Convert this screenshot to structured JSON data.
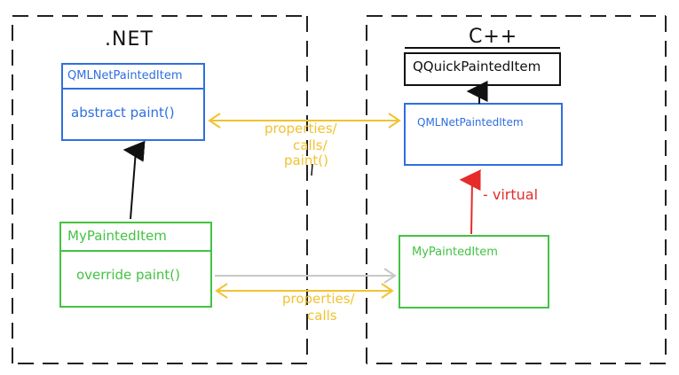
{
  "colors": {
    "dotnet_class": "#2f6fe0",
    "cpp_class": "#2f6fe0",
    "derived_class": "#44c244",
    "interop": "#f2c230",
    "virtual": "#e62b2b",
    "inherit": "#111111",
    "call_arrow": "#c8c8c8"
  },
  "dotnet": {
    "title": ".NET",
    "base_class": {
      "name": "QMLNetPaintedItem",
      "method": "abstract paint()"
    },
    "derived_class": {
      "name": "MyPaintedItem",
      "method": "override paint()"
    }
  },
  "cpp": {
    "title": "C++",
    "qt_class": {
      "name": "QQuickPaintedItem"
    },
    "base_class": {
      "name": "QMLNetPaintedItem"
    },
    "derived_class": {
      "name": "MyPaintedItem"
    },
    "virtual_label": "- virtual"
  },
  "connections": {
    "top_label": [
      "properties/",
      "calls/",
      "paint()"
    ],
    "bottom_label": [
      "properties/",
      "calls"
    ]
  }
}
